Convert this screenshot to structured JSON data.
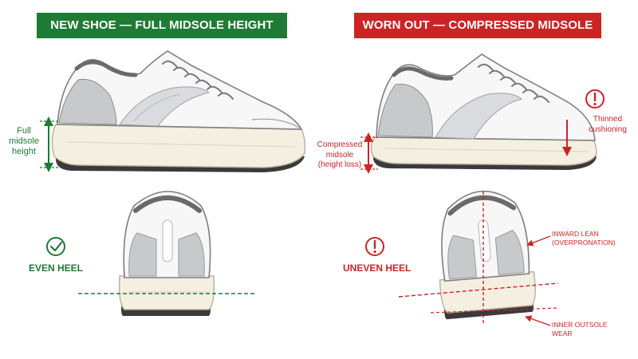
{
  "left": {
    "banner": "NEW SHOE — FULL MIDSOLE HEIGHT",
    "midsole_label": [
      "Full",
      "midsole",
      "height"
    ],
    "heel_label": "EVEN HEEL"
  },
  "right": {
    "banner": "WORN OUT — COMPRESSED MIDSOLE",
    "compressed_label": [
      "Compressed",
      "midsole",
      "(height loss)"
    ],
    "thinned_label": [
      "Thinned",
      "cushioning"
    ],
    "heel_label": "UNEVEN HEEL",
    "lean_label": [
      "INWARD LEAN",
      "(OVERPRONATION)"
    ],
    "wear_label": [
      "INNER OUTSOLE",
      "WEAR"
    ]
  },
  "colors": {
    "good": "#1e7b34",
    "bad": "#cc2424",
    "midsole": "#f4efe0",
    "outsole": "#3a3a3a"
  },
  "icons": [
    "check-circle-icon",
    "alert-circle-icon"
  ]
}
